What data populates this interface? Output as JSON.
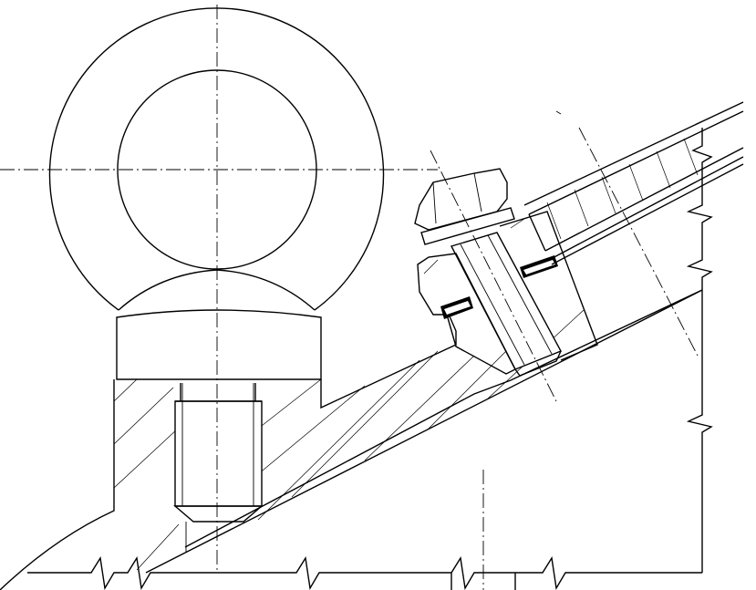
{
  "drawing": {
    "colors": {
      "line": "#000000",
      "background": "#ffffff"
    },
    "parts": [
      "eye-bolt-ring",
      "eye-bolt-collar",
      "threaded-shank",
      "housing-section",
      "hex-head-bolt",
      "clamp-flange",
      "sealing-washer",
      "inclined-cover-plate",
      "break-lines",
      "center-lines"
    ]
  }
}
